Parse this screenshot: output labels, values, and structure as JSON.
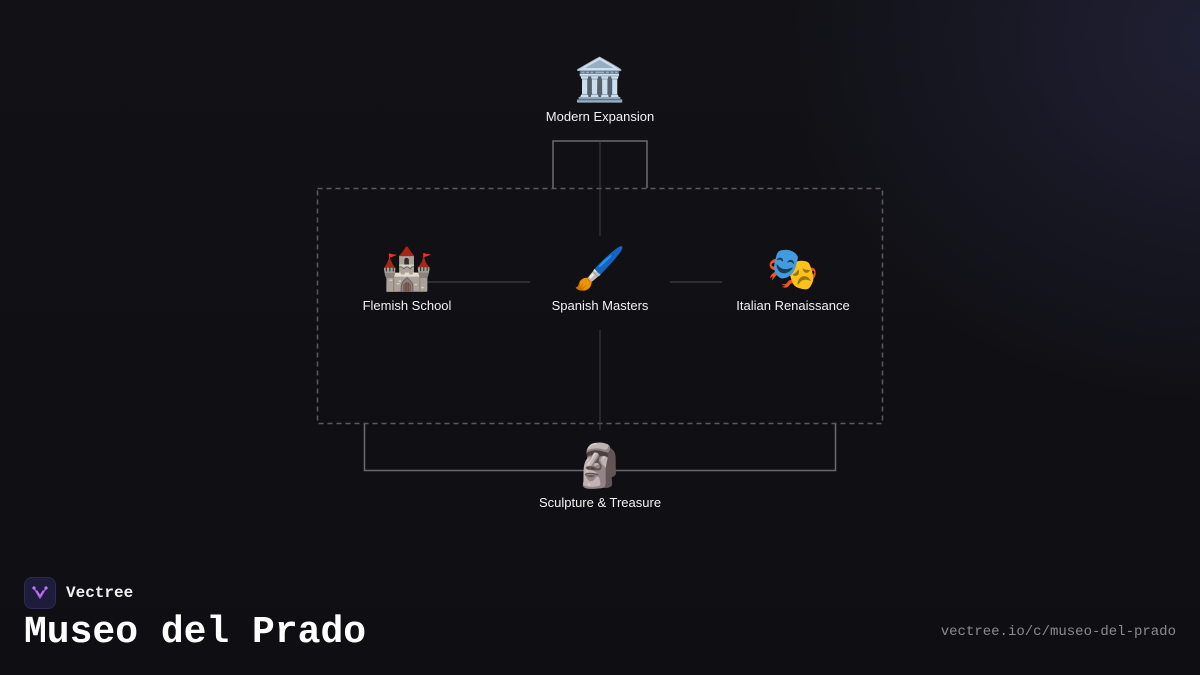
{
  "diagram": {
    "nodes": [
      {
        "id": "modern",
        "emoji": "🏛️",
        "label": "Modern Expansion"
      },
      {
        "id": "flemish",
        "emoji": "🏰",
        "label": "Flemish School"
      },
      {
        "id": "spanish",
        "emoji": "🖌️",
        "label": "Spanish Masters"
      },
      {
        "id": "italian",
        "emoji": "🎭",
        "label": "Italian Renaissance"
      },
      {
        "id": "sculpture",
        "emoji": "🗿",
        "label": "Sculpture & Treasure"
      }
    ]
  },
  "footer": {
    "brand": "Vectree",
    "title": "Museo del Prado",
    "url": "vectree.io/c/museo-del-prado"
  }
}
